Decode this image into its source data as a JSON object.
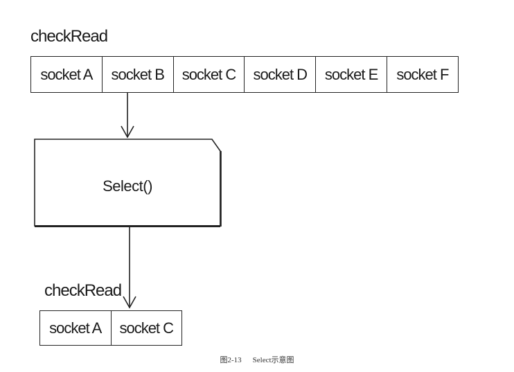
{
  "top_array": {
    "label": "checkRead",
    "cells": [
      "socket A",
      "socket B",
      "socket C",
      "socket D",
      "socket E",
      "socket F"
    ]
  },
  "select_box": {
    "label": "Select()"
  },
  "bottom_array": {
    "label": "checkRead",
    "cells": [
      "socket A",
      "socket C"
    ]
  },
  "caption": {
    "number": "图2-13",
    "text": "Select示意图"
  }
}
